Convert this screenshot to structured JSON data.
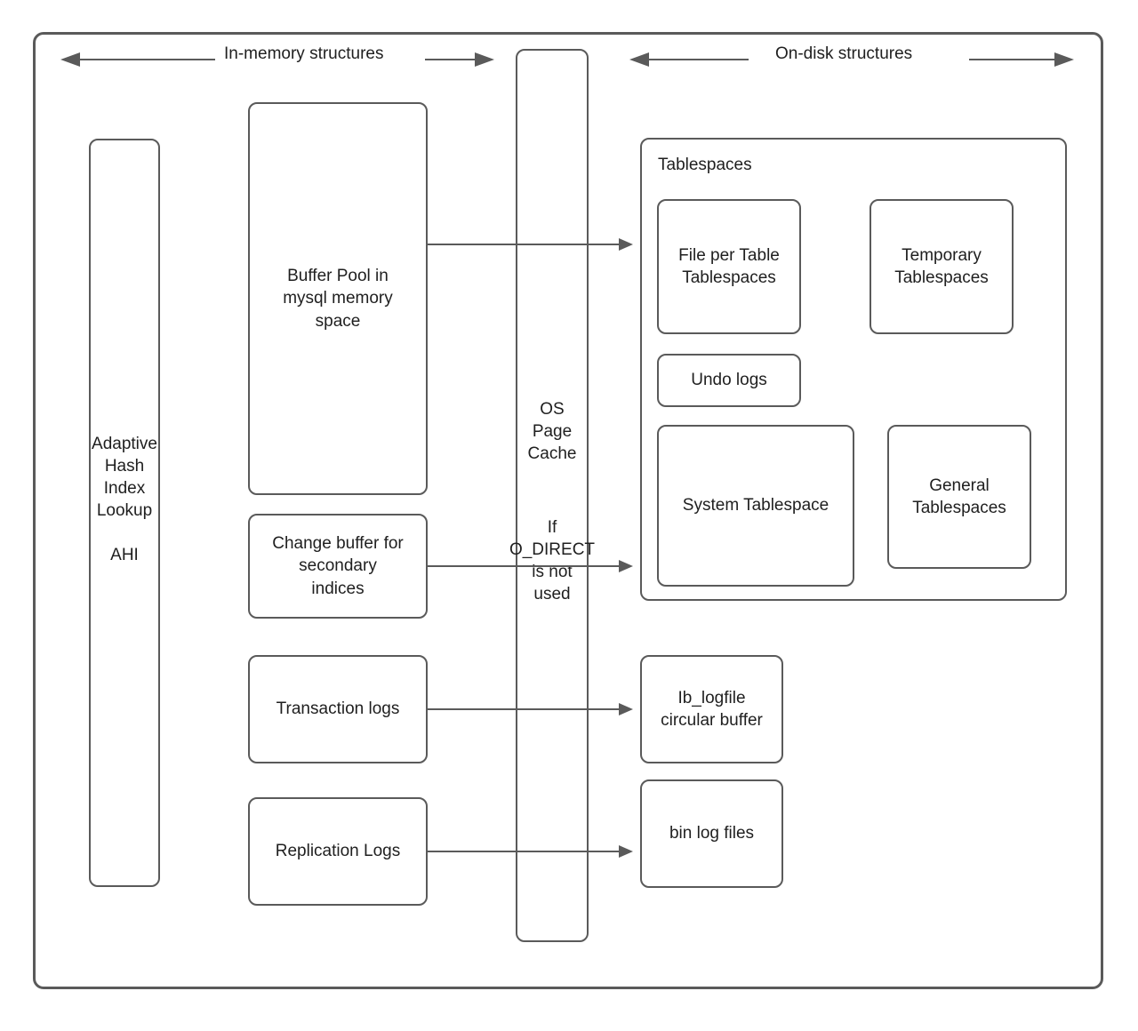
{
  "diagram": {
    "title": "MySQL InnoDB storage architecture",
    "colors": {
      "stroke": "#5a5a5a",
      "text": "#1f1f1f",
      "background": "#ffffff"
    },
    "axis_labels": {
      "left": "In-memory structures",
      "right": "On-disk structures"
    },
    "in_memory": {
      "ahi": "Adaptive\nHash\nIndex\nLookup\n\nAHI",
      "buffer_pool": "Buffer Pool in\nmysql memory\nspace",
      "change_buffer": "Change buffer for\nsecondary\nindices",
      "transaction_logs": "Transaction logs",
      "replication_logs": "Replication Logs"
    },
    "page_cache": {
      "title": "OS\nPage\nCache",
      "condition": "If\nO_DIRECT\nis not\nused"
    },
    "on_disk": {
      "tablespaces_group_title": "Tablespaces",
      "file_per_table": "File per Table\nTablespaces",
      "temporary": "Temporary\nTablespaces",
      "undo_logs": "Undo logs",
      "system_tablespace": "System Tablespace",
      "general_tablespaces": "General\nTablespaces",
      "ib_logfile": "Ib_logfile\ncircular buffer",
      "bin_log_files": "bin log files"
    },
    "connections": [
      {
        "from": "buffer_pool",
        "to": "file_per_table"
      },
      {
        "from": "change_buffer",
        "to": "system_tablespace"
      },
      {
        "from": "transaction_logs",
        "to": "ib_logfile"
      },
      {
        "from": "replication_logs",
        "to": "bin_log_files"
      }
    ]
  }
}
